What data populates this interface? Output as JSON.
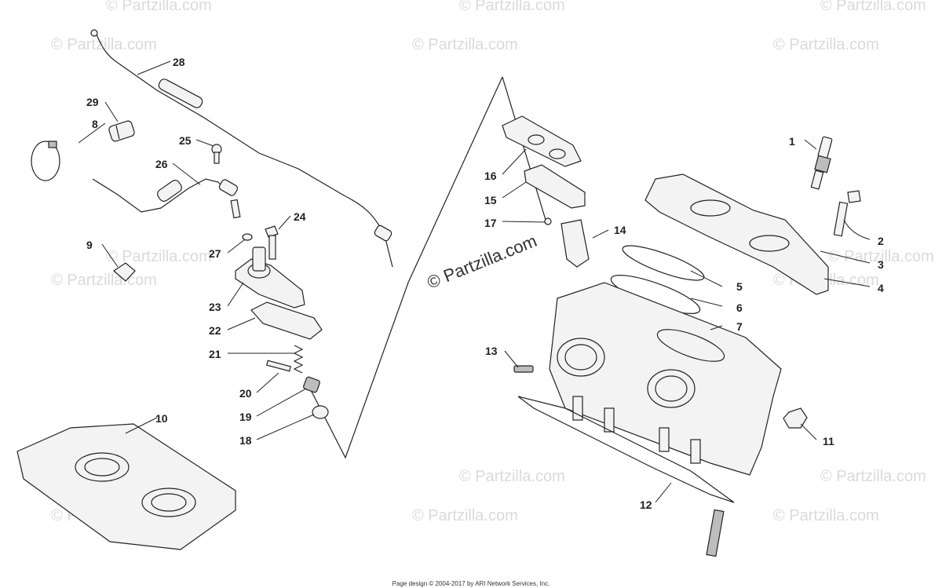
{
  "watermark": {
    "text": "© Partzilla.com",
    "center_text": "© Partzilla.com"
  },
  "footer": {
    "text": "Page design © 2004-2017 by ARI Network Services, Inc."
  },
  "callouts": {
    "c1": "1",
    "c2": "2",
    "c3": "3",
    "c4": "4",
    "c5": "5",
    "c6": "6",
    "c7": "7",
    "c8": "8",
    "c9": "9",
    "c10": "10",
    "c11": "11",
    "c12": "12",
    "c13": "13",
    "c14": "14",
    "c15": "15",
    "c16": "16",
    "c17": "17",
    "c18": "18",
    "c19": "19",
    "c20": "20",
    "c21": "21",
    "c22": "22",
    "c23": "23",
    "c24": "24",
    "c25": "25",
    "c26": "26",
    "c27": "27",
    "c28": "28",
    "c29": "29"
  }
}
